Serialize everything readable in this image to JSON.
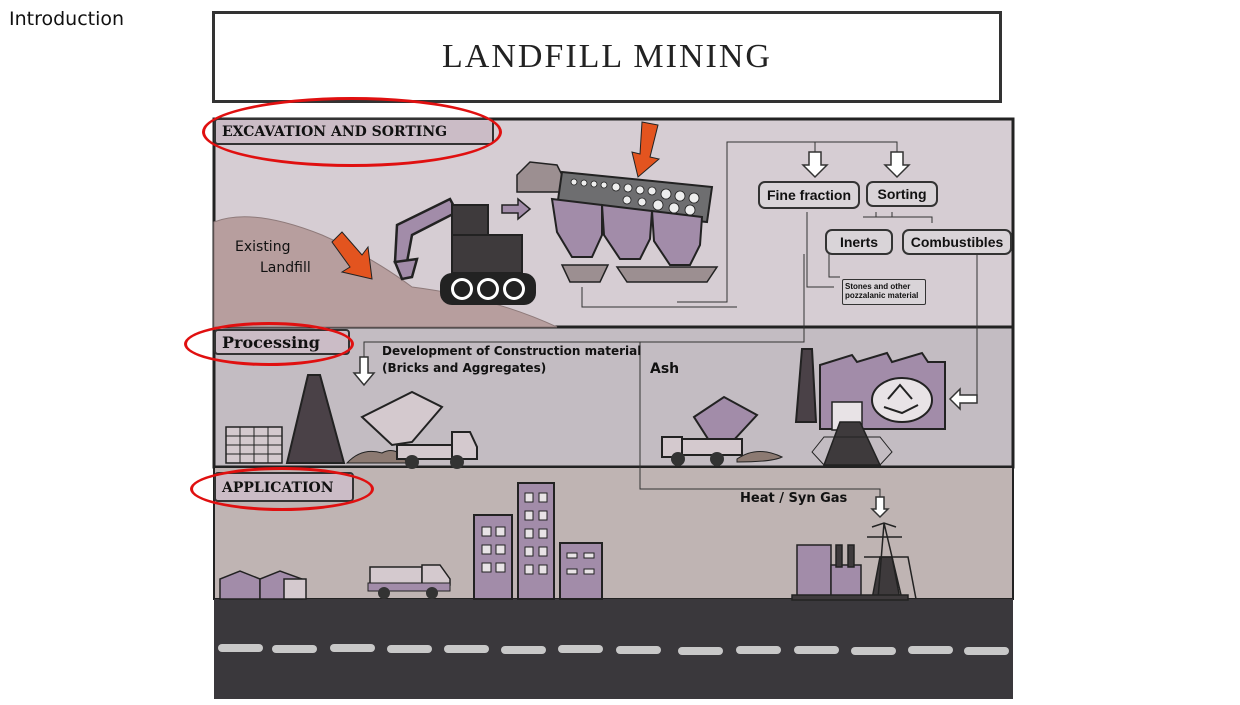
{
  "slide": {
    "section_label": "Introduction",
    "title": "LANDFILL MINING"
  },
  "sections": {
    "excavation": "EXCAVATION AND SORTING",
    "processing": "Processing",
    "application": "APPLICATION"
  },
  "labels": {
    "existing": "Existing",
    "landfill": "Landfill",
    "fine_fraction": "Fine fraction",
    "sorting": "Sorting",
    "inerts": "Inerts",
    "combustibles": "Combustibles",
    "stones_line1": "Stones and other",
    "stones_line2": "pozzalanic material",
    "development_line1": "Development of Construction material",
    "development_line2": "(Bricks and Aggregates)",
    "ash": "Ash",
    "heat_syn_gas": "Heat / Syn Gas"
  },
  "colors": {
    "band_top": "#d6cdd3",
    "band_mid": "#c3bcc2",
    "band_low": "#bfb4b3",
    "road": "#3a383c",
    "machine_purple": "#a28ca9",
    "orange_arrow": "#e3541f",
    "highlight_ring": "#e01010"
  }
}
